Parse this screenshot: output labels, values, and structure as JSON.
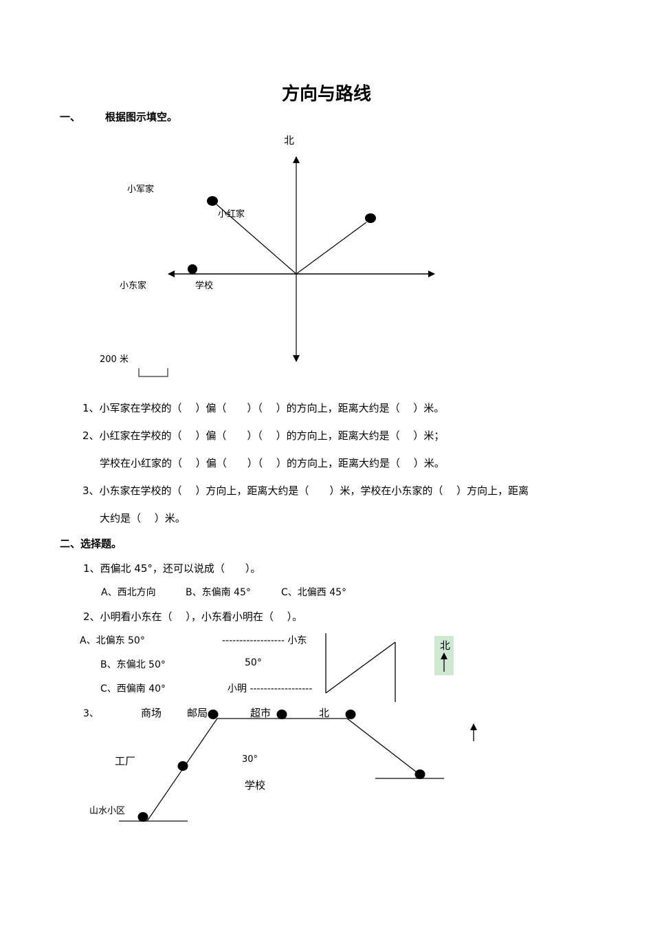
{
  "title": "方向与路线",
  "section1": {
    "number": "一、",
    "heading": "根据图示填空。",
    "diagram": {
      "north_label": "北",
      "labels": {
        "xiaojun": "小军家",
        "xiaohong": "小红家",
        "xiaodong": "小东家",
        "school": "学校"
      },
      "scale": "200 米"
    },
    "questions": [
      "1、小军家在学校的（　 ）偏（　　）（　 ）的方向上，距离大约是（　 ）米。",
      "2、小红家在学校的（　 ）偏（　　）（　 ）的方向上，距离大约是（　 ）米；",
      "学校在小红家的（　 ）偏（　　）（　 ）的方向上，距离大约是（　 ）米。",
      "3、小东家在学校的（　 ）方向上，距离大约是（　　）米，学校在小东家的（　 ）方向上，距离",
      "大约是（　 ）米。"
    ]
  },
  "section2": {
    "heading": "二、选择题。",
    "q1": {
      "text": "1、西偏北 45°，还可以说成（　　）。",
      "options": [
        "A、西北方向",
        "B、东偏南 45°",
        "C、北偏西 45°"
      ]
    },
    "q2": {
      "text": "2、小明看小东在（　 ），小东看小明在（　 ）。",
      "options": [
        "A、北偏东 50°",
        "B、东偏北 50°",
        "C、西偏南 40°"
      ],
      "diagram": {
        "xiaodong": "------------------ 小东",
        "angle": "50°",
        "xiaoming": "小明 ------------------",
        "north": "北"
      }
    },
    "q3": {
      "number": "3、",
      "labels": {
        "mall": "商场",
        "post": "邮局",
        "supermarket": "超市",
        "north": "北",
        "factory": "工厂",
        "angle": "30°",
        "school": "学校",
        "community": "山水小区"
      }
    }
  }
}
